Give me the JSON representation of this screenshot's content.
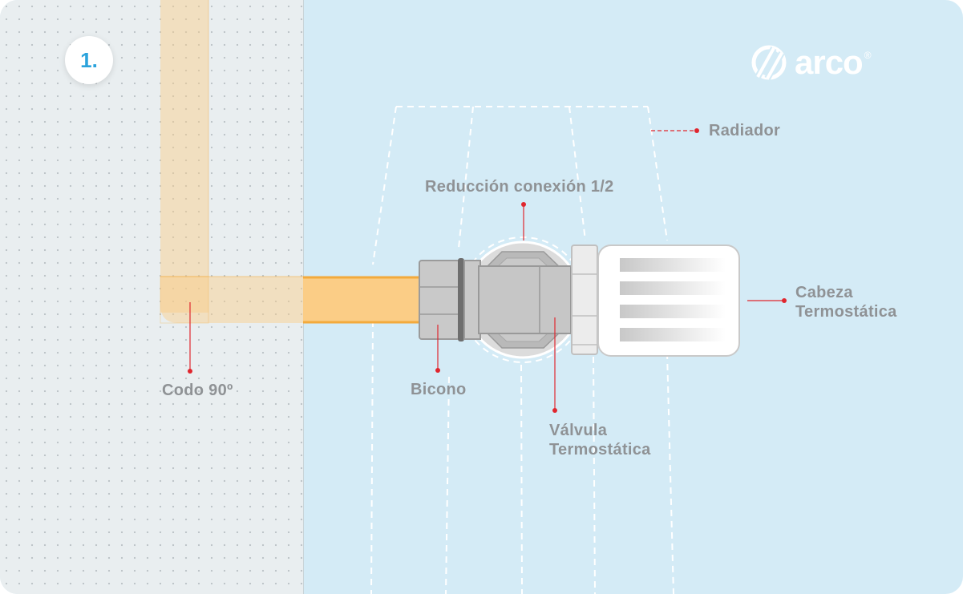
{
  "step": "1.",
  "logo": {
    "text": "arco",
    "mark": "®",
    "icon": "arco-logo-icon"
  },
  "labels": {
    "radiador": "Radiador",
    "reduccion": "Reducción conexión 1/2",
    "cabeza": [
      "Cabeza",
      "Termostática"
    ],
    "codo": "Codo 90º",
    "bicono": "Bicono",
    "valvula": [
      "Válvula",
      "Termostática"
    ]
  },
  "colors": {
    "background": "#d4ebf6",
    "wall": "#e9eef0",
    "pipe": "#fbcd86",
    "pipe_edge": "#f3aa3c",
    "accent": "#2ba3dc",
    "pointer": "#e0262e",
    "label_text": "#8f9295",
    "metal": "#c6c6c6"
  }
}
